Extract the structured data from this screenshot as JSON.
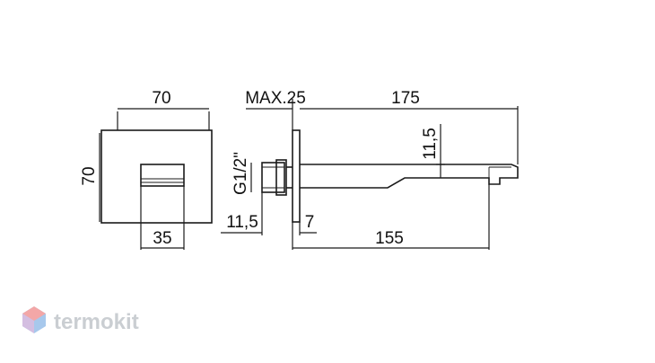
{
  "dimensions": {
    "front_width": "70",
    "front_height": "70",
    "front_spout_width": "35",
    "max_wall": "MAX.25",
    "spout_length_total": "175",
    "spout_thickness": "11,5",
    "thread": "G1/2\"",
    "thread_offset": "11,5",
    "plate_thickness": "7",
    "spout_length": "155"
  },
  "watermark": {
    "brand": "termokit"
  },
  "colors": {
    "line": "#1a1a1a",
    "watermark_text": "#b9bec4",
    "logo_top": "#f08a8a",
    "logo_bottom": "#8ab6e6"
  }
}
